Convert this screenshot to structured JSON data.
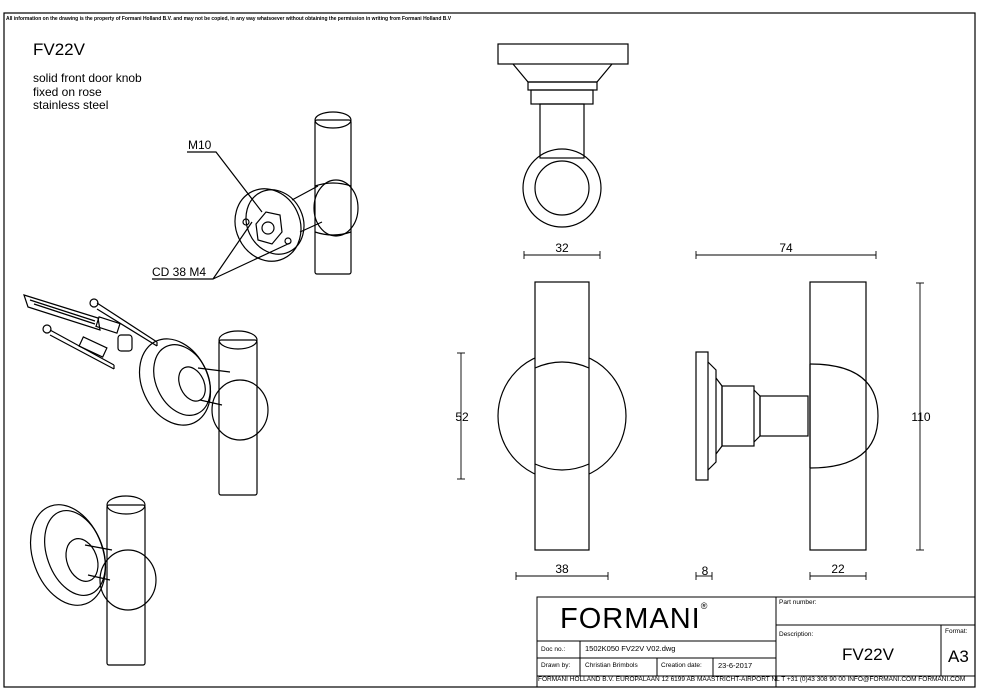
{
  "notice": "All information on the drawing is the property of Formani Holland B.V. and may not be copied, in any way whatsoever without obtaining the permission in writing from Formani Holland B.V",
  "product": {
    "code": "FV22V",
    "description_lines": [
      "solid front door knob",
      "fixed on rose",
      "stainless steel"
    ]
  },
  "callouts": {
    "thread": "M10",
    "fixing": "CD 38  M4"
  },
  "dimensions": {
    "width_top": "32",
    "depth_top": "74",
    "rose_height": "52",
    "total_height": "110",
    "rose_diameter": "38",
    "rose_thickness": "8",
    "knob_diameter": "22"
  },
  "title_block": {
    "brand": "FORMANI",
    "registered": "®",
    "part_number_label": "Part number:",
    "description_label": "Description:",
    "description_value": "FV22V",
    "format_label": "Format:",
    "format_value": "A3",
    "doc_no_label": "Doc no.:",
    "doc_no_value": "1502K050 FV22V V02.dwg",
    "drawn_by_label": "Drawn by:",
    "drawn_by_value": "Christian Brimbols",
    "creation_date_label": "Creation date:",
    "creation_date_value": "23-6-2017",
    "footer": "FORMANI HOLLAND B.V.  EUROPALAAN 12  6199 AB MAASTRICHT-AIRPORT NL  T +31 (0)43 308 90 00 INFO@FORMANI.COM FORMANI.COM"
  }
}
